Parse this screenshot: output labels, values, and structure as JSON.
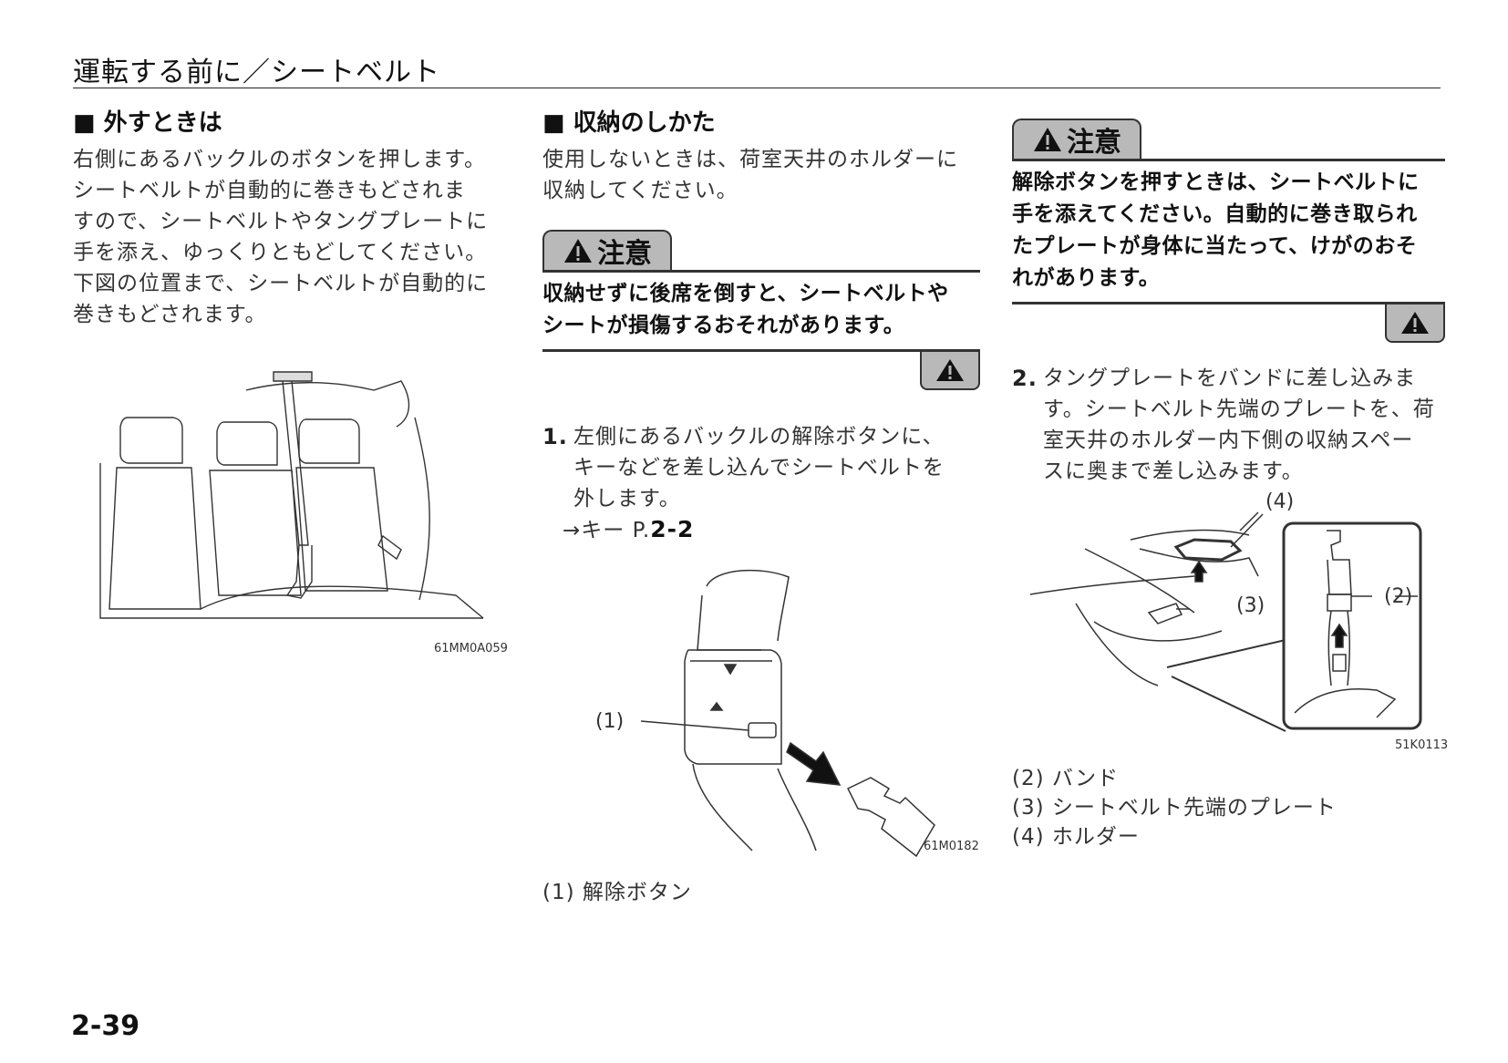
{
  "header": {
    "title": "運転する前に／シートベルト"
  },
  "left": {
    "heading": "■ 外すときは",
    "paragraph": [
      "右側にあるバックルのボタンを押します。",
      "シートベルトが自動的に巻きもどされま",
      "すので、シートベルトやタングプレートに",
      "手を添え、ゆっくりともどしてください。",
      "下図の位置まで、シートベルトが自動的に",
      "巻きもどされます。"
    ],
    "figure_code": "61MM0A059"
  },
  "middle": {
    "heading": "■ 収納のしかた",
    "paragraph": [
      "使用しないときは、荷室天井のホルダーに",
      "収納してください。"
    ],
    "caution": {
      "title": "注意",
      "text": [
        "収納せずに後席を倒すと、シートベルトや",
        "シートが損傷するおそれがあります。"
      ]
    },
    "step1": {
      "num": "1.",
      "lines": [
        "左側にあるバックルの解除ボタンに、",
        "キーなどを差し込んでシートベルトを",
        "外します。"
      ],
      "ref_prefix": "→キー P.",
      "ref_page": "2-2"
    },
    "figure": {
      "callout": "(1)",
      "code": "61M0182"
    },
    "legend": [
      "(1) 解除ボタン"
    ]
  },
  "right": {
    "caution": {
      "title": "注意",
      "text": [
        "解除ボタンを押すときは、シートベルトに",
        "手を添えてください。自動的に巻き取られ",
        "たプレートが身体に当たって、けがのおそ",
        "れがあります。"
      ]
    },
    "step2": {
      "num": "2.",
      "lines": [
        "タングプレートをバンドに差し込みま",
        "す。シートベルト先端のプレートを、荷",
        "室天井のホルダー内下側の収納スペー",
        "スに奥まで差し込みます。"
      ]
    },
    "figure": {
      "callout_4": "(4)",
      "callout_3": "(3)",
      "callout_2": "(2)",
      "code": "51K0113"
    },
    "legend": [
      "(2) バンド",
      "(3) シートベルト先端のプレート",
      "(4) ホルダー"
    ]
  },
  "footer": {
    "page_number": "2-39"
  }
}
